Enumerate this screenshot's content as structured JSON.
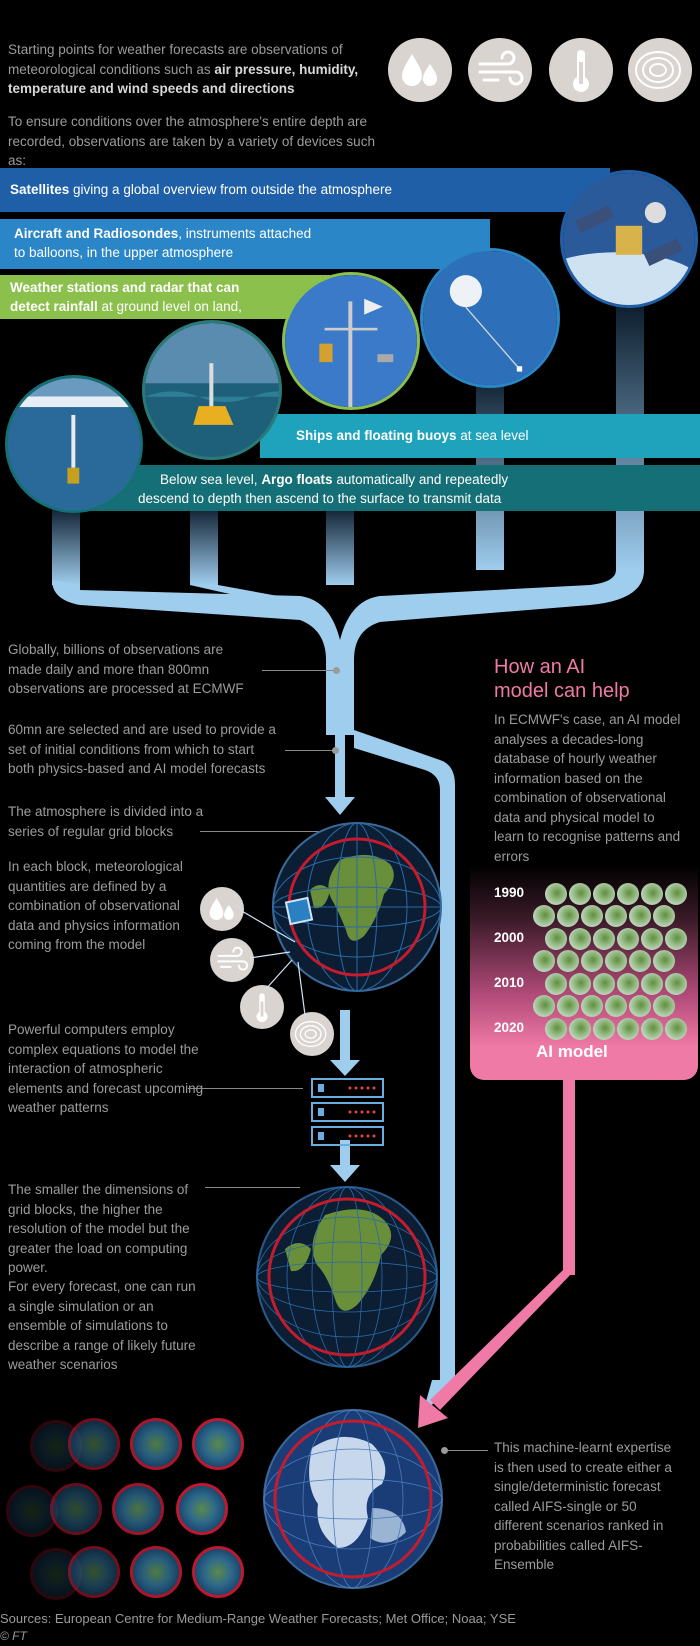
{
  "intro": {
    "p1_part1": "Starting points for weather forecasts are observations of meteorological conditions such as ",
    "p1_bold": "air pressure, humidity, temperature and wind speeds and directions",
    "p2": "To ensure conditions over the atmosphere's entire depth are recorded, observations are taken by a variety of devices such as:"
  },
  "bands": {
    "satellites_bold": "Satellites",
    "satellites_rest": " giving a global overview from outside the atmosphere",
    "aircraft_bold": "Aircraft and Radiosondes",
    "aircraft_rest": ", instruments attached",
    "aircraft_line2": "to balloons, in the upper atmosphere",
    "stations_bold1": "Weather stations and radar that can",
    "stations_bold2": "detect rainfall",
    "stations_rest": " at ground level on land,",
    "ships_bold": "Ships and floating buoys",
    "ships_rest": " at sea level",
    "argo_pre": "Below sea level, ",
    "argo_bold": "Argo floats",
    "argo_rest": " automatically and repeatedly",
    "argo_line2": "descend to depth then ascend to the surface to transmit data"
  },
  "steps": {
    "s1": "Globally, billions of observations are made daily and more than 800mn observations are processed at ECMWF",
    "s2": "60mn are selected and are used to provide a set of initial conditions from which to start both physics-based and AI model forecasts",
    "s3": "The atmosphere is divided into a series of regular grid blocks",
    "s4": "In each block, meteorological quantities are defined by a combination of observational data and physics information coming from the model",
    "s5": "Powerful computers employ complex equations to model the interaction of atmospheric elements and forecast upcoming weather patterns",
    "s6a": "The smaller the dimensions of grid blocks, the higher the resolution of the model but the greater the load on computing power.",
    "s6b": "For every forecast, one can run a single simulation or an ensemble of simulations to describe a range of likely future weather scenarios",
    "s7": "This machine-learnt expertise is then used to create either a single/deterministic forecast called AIFS-single or 50 different scenarios ranked in probabilities called AIFS-Ensemble"
  },
  "ai_panel": {
    "title_line1": "How an AI",
    "title_line2": "model can help",
    "body": "In ECMWF's case, an AI model analyses a decades-long database of hourly weather information based on the combination of observational data and physical model to learn to recognise patterns and errors",
    "years": [
      "1990",
      "2000",
      "2010",
      "2020"
    ],
    "label": "AI model"
  },
  "footer": {
    "sources": "Sources: European Centre for Medium-Range Weather Forecasts; Met Office; Noaa; YSE",
    "copyright": "© FT"
  },
  "colors": {
    "background": "#000000",
    "satellite_band": "#1e5fa8",
    "aircraft_band": "#2a86c6",
    "station_band": "#8cc04c",
    "ships_band": "#1fa3bd",
    "argo_band": "#146f76",
    "pipe": "#9fcdee",
    "ai_accent": "#f07aa6",
    "grid_ring": "#c41c2e"
  },
  "icons": [
    "raindrops-icon",
    "wind-icon",
    "thermometer-icon",
    "isobar-icon",
    "server-icon"
  ]
}
